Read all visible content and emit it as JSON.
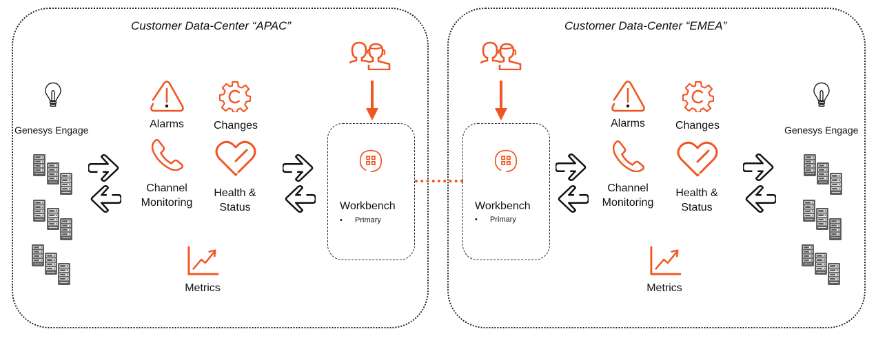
{
  "colors": {
    "accent": "#f05523",
    "server": "#5a5a5a",
    "text": "#111111"
  },
  "datacenters": [
    {
      "id": "apac",
      "title": "Customer Data-Center “APAC”",
      "source": {
        "label": "Genesys Engage",
        "icon": "lightbulb-icon"
      },
      "functions": [
        {
          "label": "Alarms",
          "icon": "warning-triangle-icon"
        },
        {
          "label": "Changes",
          "icon": "gear-icon"
        },
        {
          "label": "Channel\nMonitoring",
          "line1": "Channel",
          "line2": "Monitoring",
          "icon": "phone-icon"
        },
        {
          "label": "Health & Status",
          "line1": "Health &",
          "line2": "Status",
          "icon": "heart-icon"
        },
        {
          "label": "Metrics",
          "icon": "trend-chart-icon"
        }
      ],
      "workbench": {
        "title": "Workbench",
        "items": [
          "Primary"
        ]
      },
      "users_icon": "users-headset-icon"
    },
    {
      "id": "emea",
      "title": "Customer Data-Center “EMEA”",
      "source": {
        "label": "Genesys Engage",
        "icon": "lightbulb-icon"
      },
      "functions": [
        {
          "label": "Alarms",
          "icon": "warning-triangle-icon"
        },
        {
          "label": "Changes",
          "icon": "gear-icon"
        },
        {
          "label": "Channel\nMonitoring",
          "line1": "Channel",
          "line2": "Monitoring",
          "icon": "phone-icon"
        },
        {
          "label": "Health & Status",
          "line1": "Health &",
          "line2": "Status",
          "icon": "heart-icon"
        },
        {
          "label": "Metrics",
          "icon": "trend-chart-icon"
        }
      ],
      "workbench": {
        "title": "Workbench",
        "items": [
          "Primary"
        ]
      },
      "users_icon": "users-headset-icon"
    }
  ],
  "bullet": "•"
}
